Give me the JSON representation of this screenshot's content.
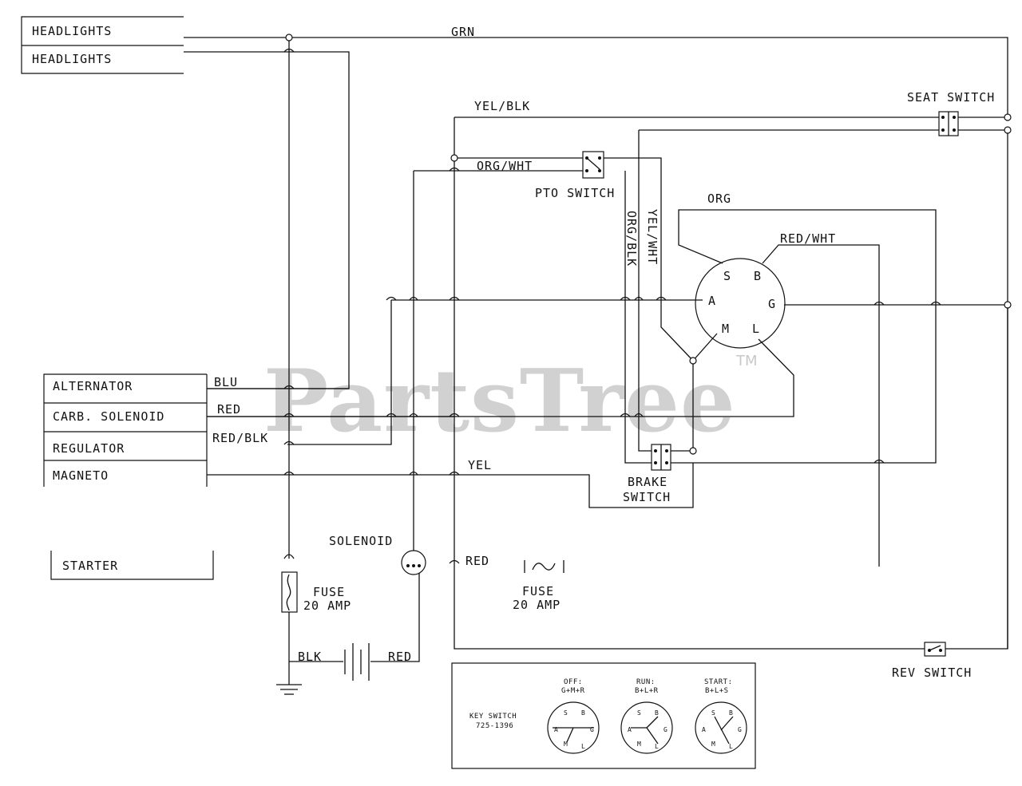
{
  "components": {
    "headlights_1": "HEADLIGHTS",
    "headlights_2": "HEADLIGHTS",
    "alternator": "ALTERNATOR",
    "carb_solenoid": "CARB. SOLENOID",
    "regulator": "REGULATOR",
    "magneto": "MAGNETO",
    "starter": "STARTER",
    "seat_switch": "SEAT SWITCH",
    "pto_switch": "PTO SWITCH",
    "brake_switch_1": "BRAKE",
    "brake_switch_2": "SWITCH",
    "solenoid": "SOLENOID",
    "fuse_left_1": "FUSE",
    "fuse_left_2": "20 AMP",
    "fuse_mid_1": "FUSE",
    "fuse_mid_2": "20 AMP",
    "rev_switch": "REV SWITCH"
  },
  "wires": {
    "grn": "GRN",
    "yel_blk": "YEL/BLK",
    "org_wht": "ORG/WHT",
    "org": "ORG",
    "red_wht": "RED/WHT",
    "org_blk": "ORG/BLK",
    "yel_wht": "YEL/WHT",
    "blu": "BLU",
    "red_1": "RED",
    "red_blk": "RED/BLK",
    "yel": "YEL",
    "red_2": "RED",
    "blk": "BLK",
    "red_3": "RED"
  },
  "key_switch": {
    "terminals": [
      "S",
      "B",
      "A",
      "G",
      "M",
      "L"
    ]
  },
  "legend": {
    "title_1": "KEY SWITCH",
    "title_2": "725-1396",
    "off_1": "OFF:",
    "off_2": "G+M+R",
    "run_1": "RUN:",
    "run_2": "B+L+R",
    "start_1": "START:",
    "start_2": "B+L+S",
    "mini_terminals": [
      "S",
      "B",
      "A",
      "G",
      "M",
      "L"
    ]
  },
  "watermark": {
    "text": "PartsTree",
    "mark": "TM"
  },
  "colors": {
    "line": "#111111",
    "watermark": "#c9c9c9",
    "background": "#ffffff"
  }
}
